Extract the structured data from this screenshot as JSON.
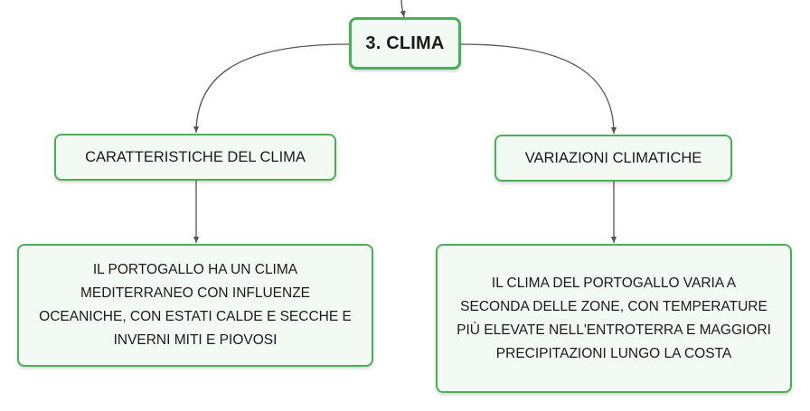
{
  "root": {
    "label": "3. CLIMA"
  },
  "branches": [
    {
      "topic": "CARATTERISTICHE DEL CLIMA",
      "detail": "IL PORTOGALLO HA UN CLIMA\nMEDITERRANEO CON INFLUENZE\nOCEANICHE, CON ESTATI CALDE E SECCHE E\nINVERNI MITI E PIOVOSI"
    },
    {
      "topic": "VARIAZIONI CLIMATICHE",
      "detail": "IL CLIMA DEL PORTOGALLO VARIA A\nSECONDA DELLE ZONE, CON TEMPERATURE\nPIÙ ELEVATE NELL'ENTROTERRA E MAGGIORI\nPRECIPITAZIONI LUNGO LA COSTA"
    }
  ],
  "colors": {
    "node_border": "#4cae5a",
    "node_fill": "#f3faf4",
    "connector": "#555555"
  }
}
